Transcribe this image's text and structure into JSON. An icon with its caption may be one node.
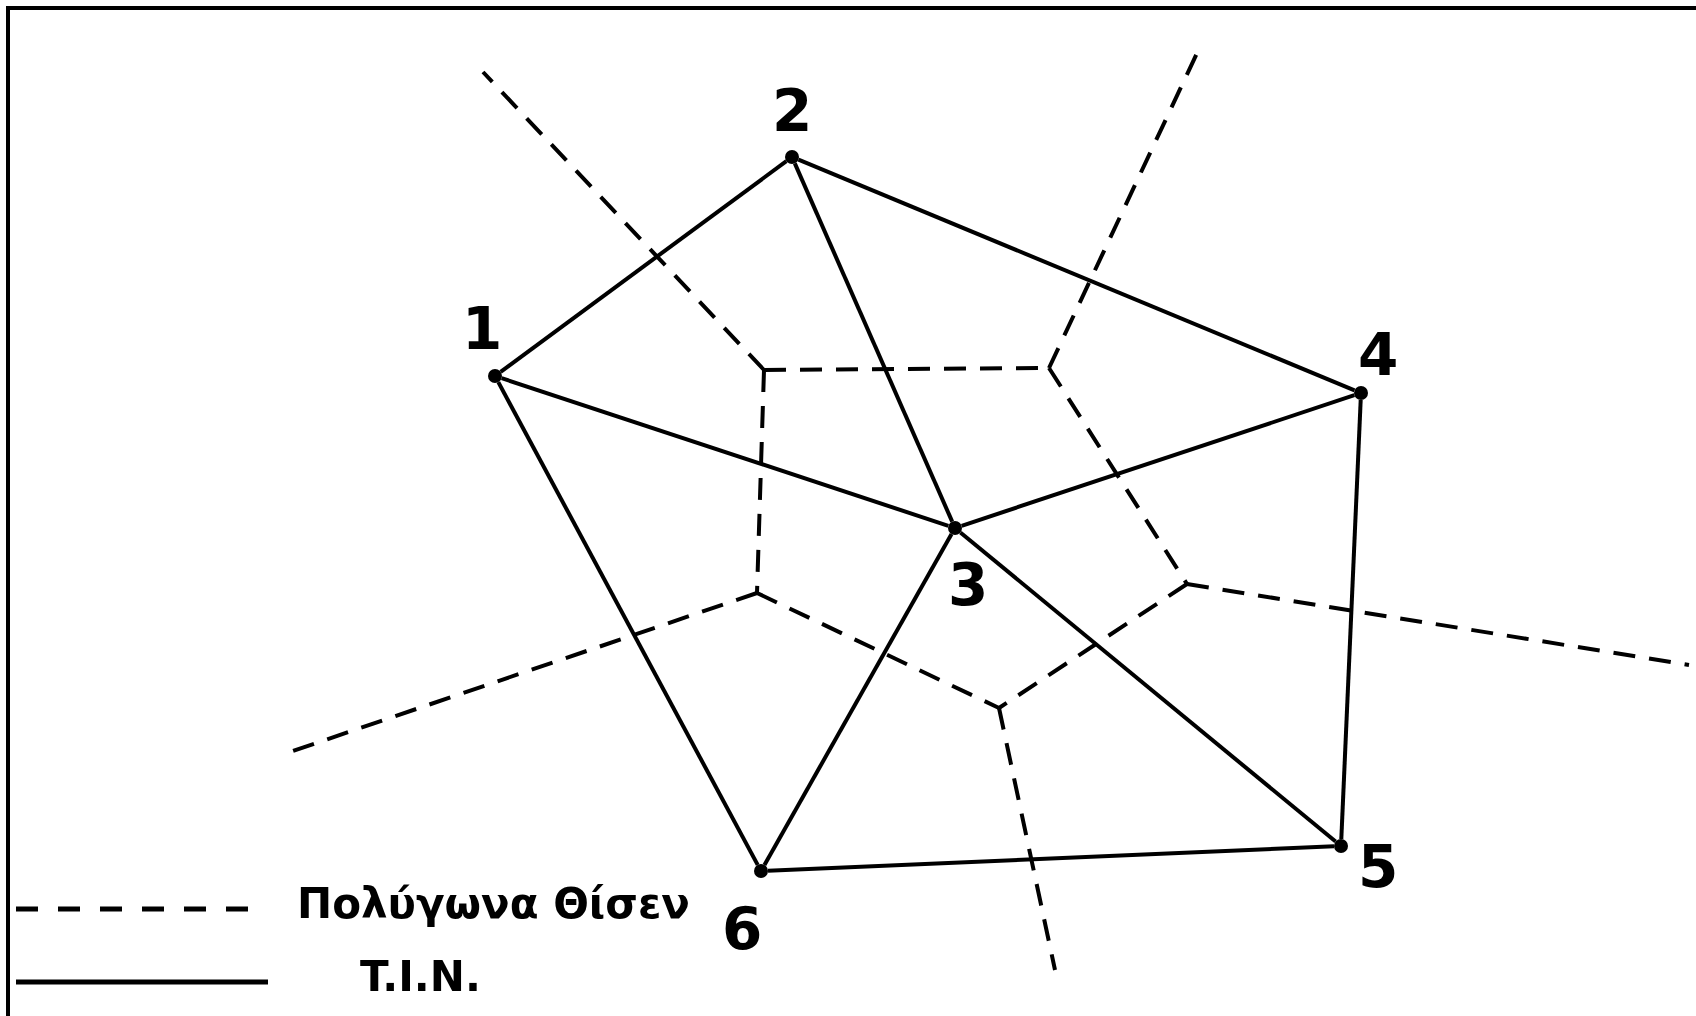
{
  "diagram": {
    "nodes": [
      {
        "text": [],
        "shape": "circle",
        "beside": [
          "1"
        ]
      },
      {
        "text": [],
        "shape": "circle",
        "beside": [
          "2"
        ]
      },
      {
        "text": [],
        "shape": "circle",
        "beside": [
          "3"
        ]
      },
      {
        "text": [],
        "shape": "circle",
        "beside": [
          "4"
        ]
      },
      {
        "text": [],
        "shape": "circle",
        "beside": [
          "5"
        ]
      },
      {
        "text": [],
        "shape": "circle",
        "beside": [
          "6"
        ]
      }
    ],
    "edges": [
      {
        "from": 0,
        "to": 1,
        "arrow": "none"
      },
      {
        "from": 0,
        "to": 2,
        "arrow": "none"
      },
      {
        "from": 0,
        "to": 5,
        "arrow": "none"
      },
      {
        "from": 1,
        "to": 2,
        "arrow": "none"
      },
      {
        "from": 1,
        "to": 3,
        "arrow": "none"
      },
      {
        "from": 2,
        "to": 3,
        "arrow": "none"
      },
      {
        "from": 2,
        "to": 5,
        "arrow": "none"
      },
      {
        "from": 2,
        "to": 4,
        "arrow": "none"
      },
      {
        "from": 3,
        "to": 4,
        "arrow": "none"
      },
      {
        "from": 5,
        "to": 4,
        "arrow": "none"
      }
    ],
    "legend": [
      {
        "text": "Πολύγωνα Θίσεν"
      },
      {
        "text": "T.I.N."
      }
    ]
  }
}
